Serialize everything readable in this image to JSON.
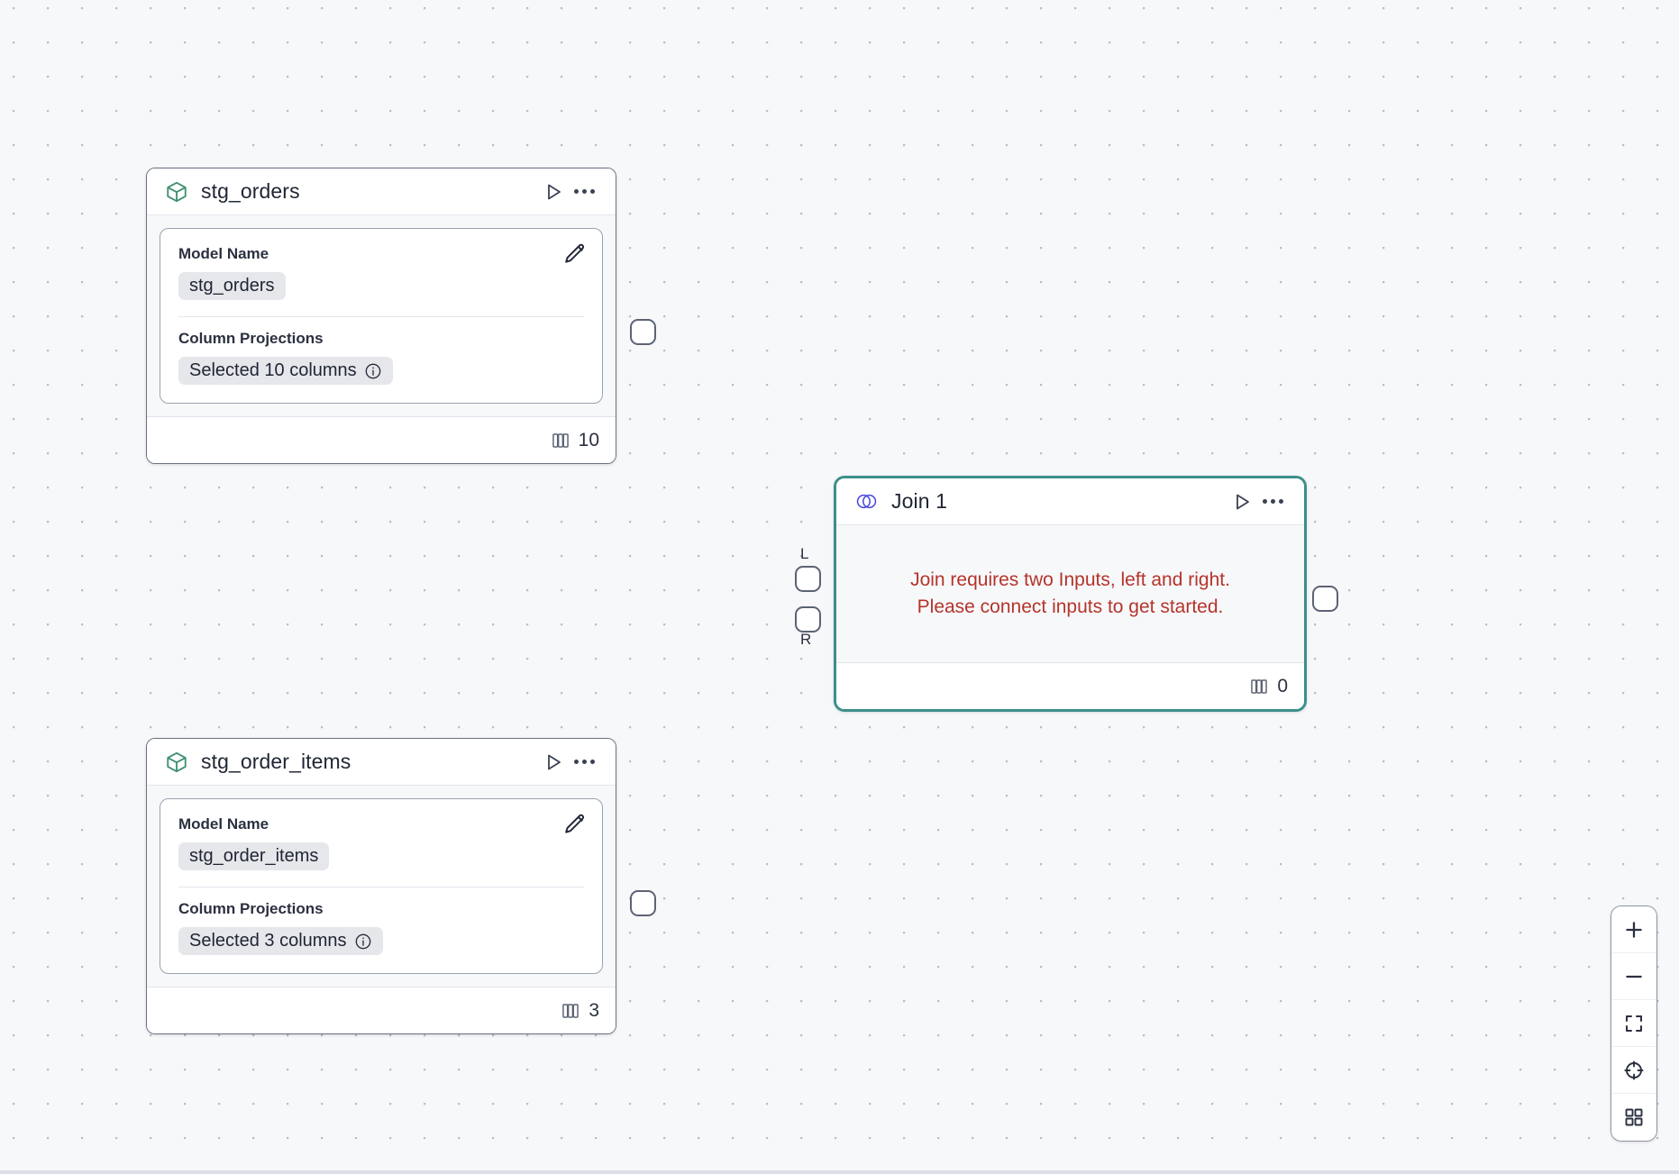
{
  "canvas": {
    "background_color": "#f7f8fa",
    "dot_color": "#b9bdc9"
  },
  "nodes": [
    {
      "id": "stg-orders",
      "icon": "cube-icon",
      "icon_color": "#3f9170",
      "title": "stg_orders",
      "run_label": "Run",
      "menu_label": "More options",
      "fields": {
        "model_name_label": "Model Name",
        "model_name_value": "stg_orders",
        "column_projections_label": "Column Projections",
        "column_projections_value": "Selected 10 columns"
      },
      "footer_count": "10",
      "selected": false,
      "output_port": true
    },
    {
      "id": "join-1",
      "icon": "join-venn-icon",
      "icon_color": "#4c4ae0",
      "title": "Join 1",
      "run_label": "Run",
      "menu_label": "More options",
      "error_lines": [
        "Join requires two Inputs, left and right.",
        "Please connect inputs to get started."
      ],
      "error_color": "#b5342b",
      "input_ports": [
        {
          "label": "L",
          "name": "left"
        },
        {
          "label": "R",
          "name": "right"
        }
      ],
      "footer_count": "0",
      "selected": true,
      "selected_border_color": "#3d8f8a",
      "output_port": true
    },
    {
      "id": "stg-order-items",
      "icon": "cube-icon",
      "icon_color": "#3f9170",
      "title": "stg_order_items",
      "run_label": "Run",
      "menu_label": "More options",
      "fields": {
        "model_name_label": "Model Name",
        "model_name_value": "stg_order_items",
        "column_projections_label": "Column Projections",
        "column_projections_value": "Selected 3 columns"
      },
      "footer_count": "3",
      "selected": false,
      "output_port": true
    }
  ],
  "controls": [
    {
      "name": "zoom-in",
      "label": "Zoom in"
    },
    {
      "name": "zoom-out",
      "label": "Zoom out"
    },
    {
      "name": "fit-view",
      "label": "Fit view"
    },
    {
      "name": "center-view",
      "label": "Center view"
    },
    {
      "name": "toggle-grid",
      "label": "Toggle grid"
    }
  ]
}
